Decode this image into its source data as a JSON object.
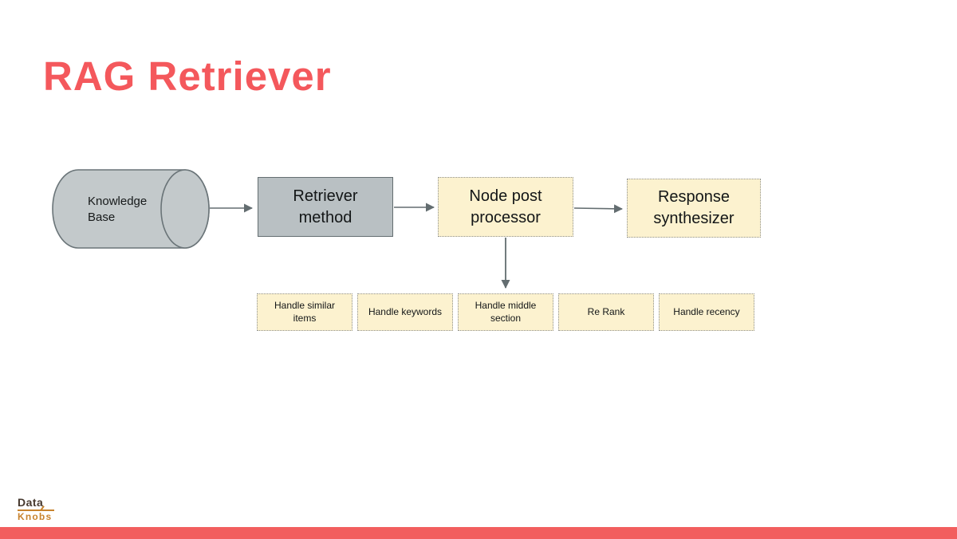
{
  "slide": {
    "title": "RAG Retriever"
  },
  "diagram": {
    "knowledge_base": {
      "label": "Knowledge Base",
      "shape": "cylinder"
    },
    "retriever_method": {
      "label": "Retriever method"
    },
    "node_post_processor": {
      "label": "Node post processor"
    },
    "response_synthesizer": {
      "label": "Response synthesizer"
    },
    "post_processors": [
      {
        "label": "Handle similar items"
      },
      {
        "label": "Handle keywords"
      },
      {
        "label": "Handle middle section"
      },
      {
        "label": "Re Rank"
      },
      {
        "label": "Handle recency"
      }
    ],
    "flow": [
      "Knowledge Base -> Retriever method",
      "Retriever method -> Node post processor",
      "Node post processor -> Response synthesizer",
      "Node post processor -> Handle middle section (row of post processors)"
    ]
  },
  "branding": {
    "logo_top": "Data",
    "logo_bottom": "Knobs"
  },
  "colors": {
    "accent_red": "#f4585c",
    "bottom_bar_red": "#f25e5e",
    "gray_box_fill": "#b9c0c3",
    "gray_box_border": "#646e71",
    "cylinder_fill": "#c3c9cb",
    "cylinder_border": "#6a7478",
    "cream_box_fill": "#fcf2cf",
    "dotted_border_gray": "#8f918e",
    "arrow_gray": "#636d70",
    "logo_dark": "#46382e",
    "logo_orange": "#c8832e"
  }
}
